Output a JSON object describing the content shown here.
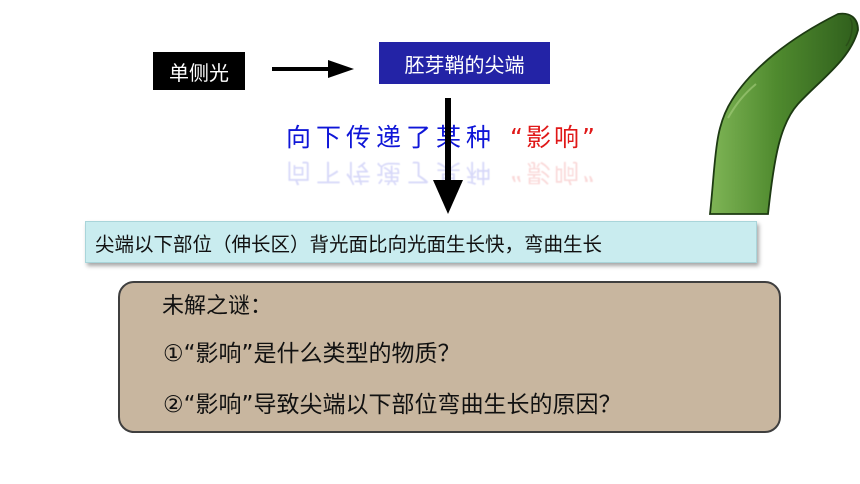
{
  "diagram": {
    "stimulus_label": "单侧光",
    "tip_label": "胚芽鞘的尖端",
    "transfer_text": "向下传递了某种",
    "influence_quote": "“影响”",
    "result_text": "尖端以下部位（伸长区）背光面比向光面生长快，弯曲生长"
  },
  "mystery": {
    "title": "未解之谜：",
    "questions": [
      "①“影响”是什么类型的物质？",
      "②“影响”导致尖端以下部位弯曲生长的原因？"
    ]
  },
  "colors": {
    "tip_box": "#2323a6",
    "transfer_text": "#0f16d8",
    "influence_text": "#e01818",
    "result_box": "#c9ecef",
    "mystery_box": "#c8b69f",
    "shoot_green": "#5f9a3a"
  }
}
